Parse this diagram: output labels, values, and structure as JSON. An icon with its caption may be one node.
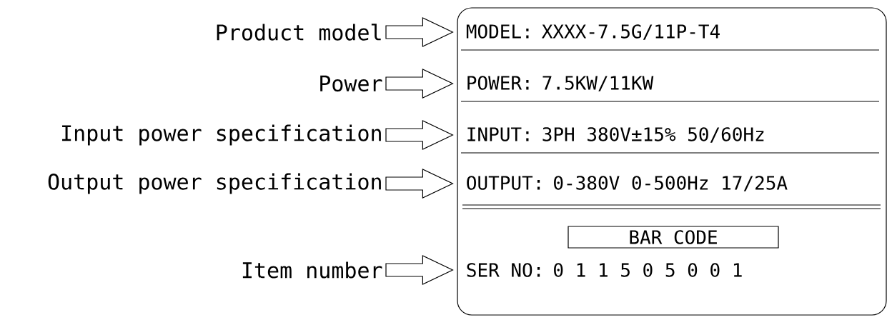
{
  "diagram": {
    "nodes": [
      {
        "text": [
          "Product model"
        ]
      },
      {
        "text": [
          "Power"
        ]
      },
      {
        "text": [
          "Input power specification"
        ]
      },
      {
        "text": [
          "Output power specification"
        ]
      },
      {
        "text": [
          "Item number"
        ]
      },
      {
        "text": [],
        "shape": "box"
      },
      {
        "text": [
          "MODEL:",
          "XXXX-7.5G/11P-T4"
        ],
        "in": 5
      },
      {
        "text": [
          "POWER:",
          "7.5KW/11KW"
        ],
        "in": 5
      },
      {
        "text": [
          "INPUT:",
          "3PH 380V±15% 50/60Hz"
        ],
        "in": 5
      },
      {
        "text": [
          "OUTPUT:",
          "0-380V 0-500Hz 17/25A"
        ],
        "in": 5
      },
      {
        "text": [
          "BAR CODE"
        ],
        "in": 5
      },
      {
        "text": [
          "SER NO:",
          "0 1 1 5 0 5 0 0 1"
        ],
        "in": 5
      }
    ],
    "edges": [
      {
        "from": 0,
        "to": 6,
        "arrow": "to"
      },
      {
        "from": 1,
        "to": 7,
        "arrow": "to"
      },
      {
        "from": 2,
        "to": 8,
        "arrow": "to"
      },
      {
        "from": 3,
        "to": 9,
        "arrow": "to"
      },
      {
        "from": 4,
        "to": 11,
        "arrow": "to"
      }
    ]
  }
}
